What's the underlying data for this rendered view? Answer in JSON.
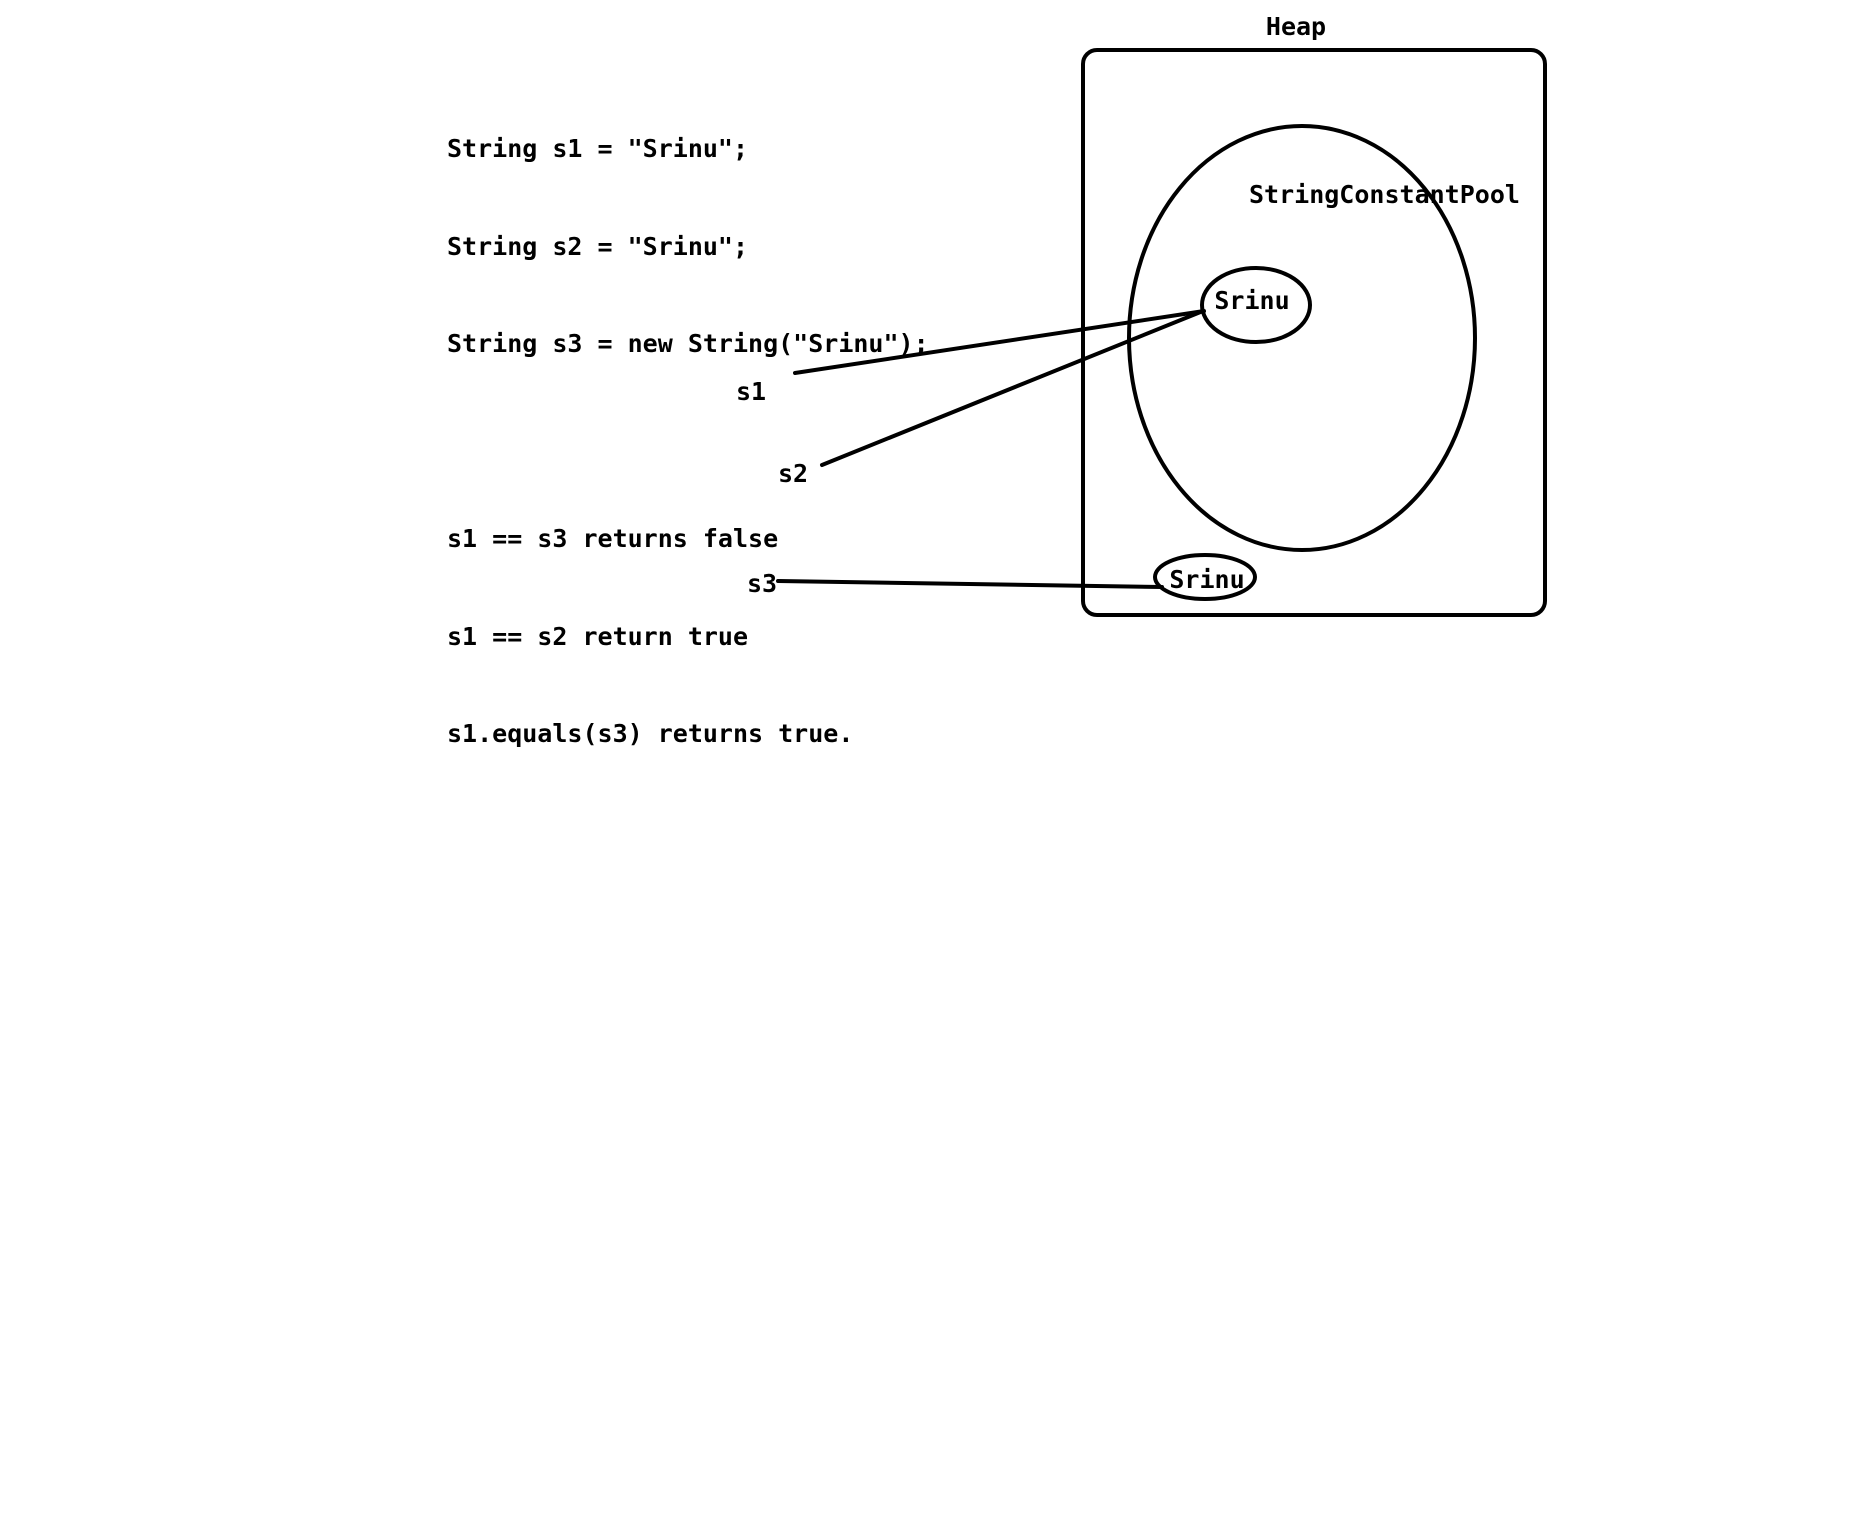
{
  "code": {
    "lines": [
      "String s1 = \"Srinu\";",
      "String s2 = \"Srinu\";",
      "String s3 = new String(\"Srinu\");",
      "",
      "s1 == s3 returns false",
      "s1 == s2 return true",
      "s1.equals(s3) returns true."
    ]
  },
  "heap": {
    "title": "Heap",
    "pool_label": "StringConstantPool",
    "pool_object_label": "Srinu",
    "heap_object_label": "Srinu"
  },
  "references": {
    "s1": "s1",
    "s2": "s2",
    "s3": "s3"
  },
  "colors": {
    "stroke": "#000000",
    "background": "#ffffff"
  }
}
